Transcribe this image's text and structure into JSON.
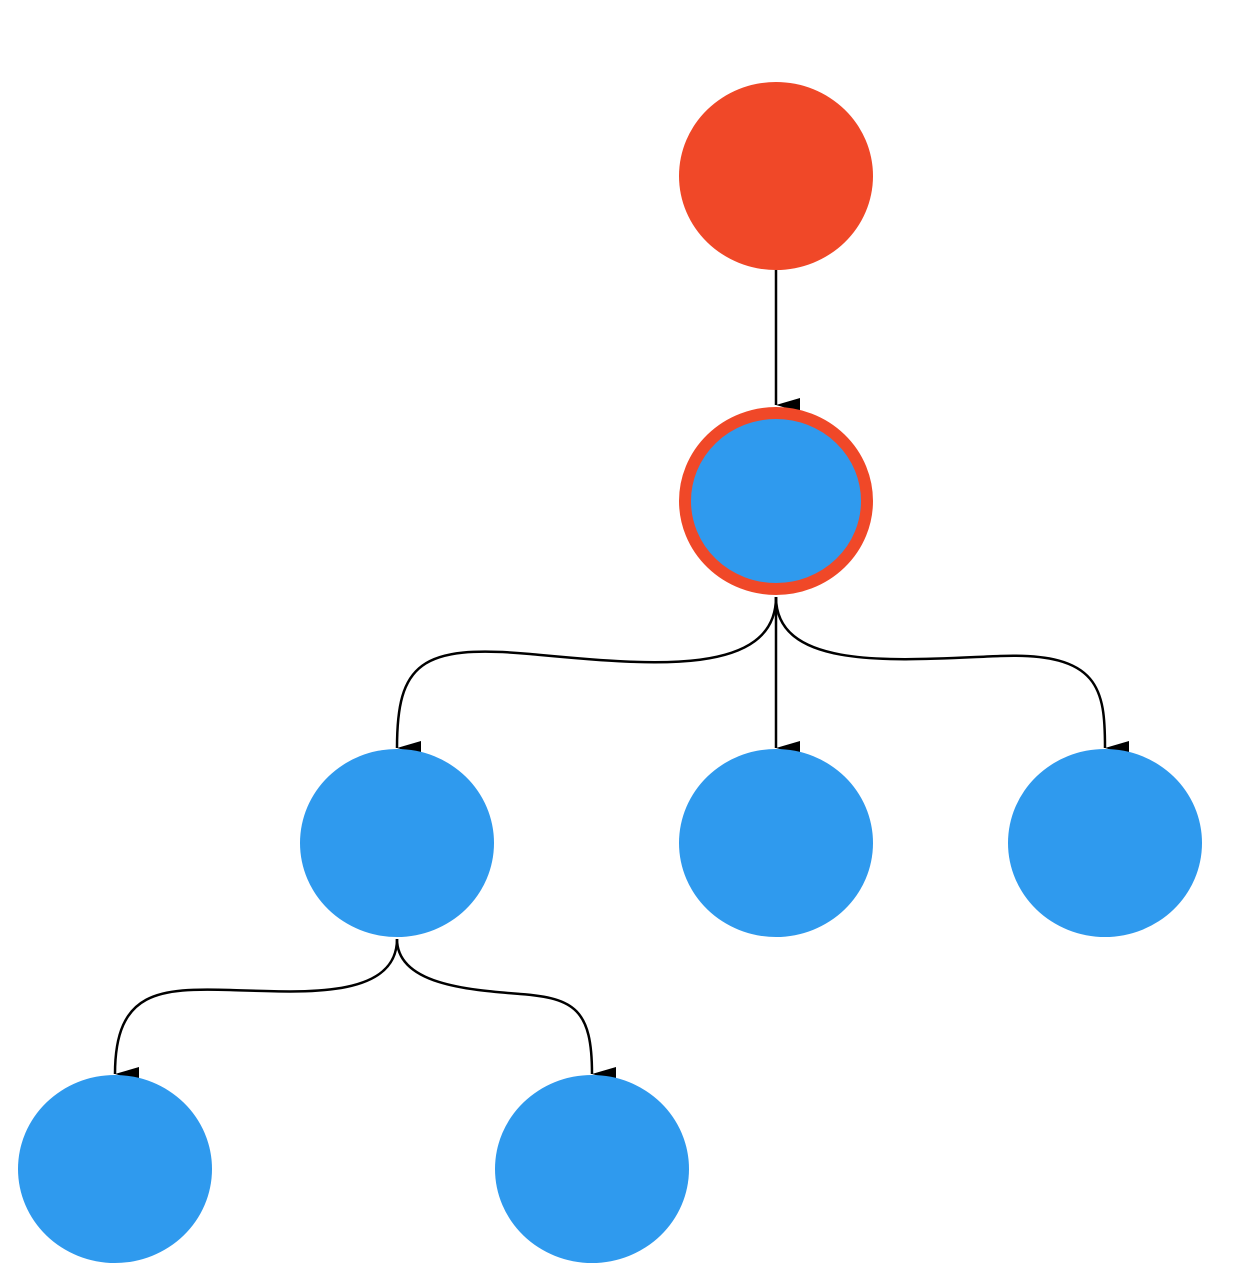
{
  "colors": {
    "root_fill": "#F04828",
    "node_fill": "#2F9AEE",
    "highlight_stroke": "#F04828",
    "edge": "#000000",
    "background": "#FFFFFF"
  },
  "diagram": {
    "type": "tree",
    "nodes": [
      {
        "id": "root",
        "role": "root",
        "highlighted": false
      },
      {
        "id": "n1",
        "role": "node",
        "highlighted": true
      },
      {
        "id": "n2",
        "role": "node",
        "highlighted": false
      },
      {
        "id": "n3",
        "role": "node",
        "highlighted": false
      },
      {
        "id": "n4",
        "role": "node",
        "highlighted": false
      },
      {
        "id": "n5",
        "role": "node",
        "highlighted": false
      },
      {
        "id": "n6",
        "role": "node",
        "highlighted": false
      }
    ],
    "edges": [
      {
        "from": "root",
        "to": "n1"
      },
      {
        "from": "n1",
        "to": "n2"
      },
      {
        "from": "n1",
        "to": "n3"
      },
      {
        "from": "n1",
        "to": "n4"
      },
      {
        "from": "n2",
        "to": "n5"
      },
      {
        "from": "n2",
        "to": "n6"
      }
    ]
  }
}
